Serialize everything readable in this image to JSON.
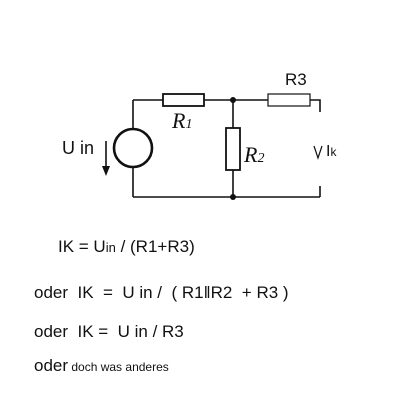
{
  "circuit": {
    "source_label": "U in",
    "r1_label": "R",
    "r1_sub": "1",
    "r2_label": "R",
    "r2_sub": "2",
    "r3_label": "R3",
    "ik_label": "I",
    "ik_sub": "k"
  },
  "equations": {
    "eq1_a": "IK = U",
    "eq1_sub": "in",
    "eq1_b": " / (R1+R3)",
    "eq2": "oder  IK  =  U in /  ( R1‖R2  + R3 )",
    "eq3": "oder  IK =  U in / R3",
    "eq4_a": "oder",
    "eq4_b": " doch was anderes"
  }
}
